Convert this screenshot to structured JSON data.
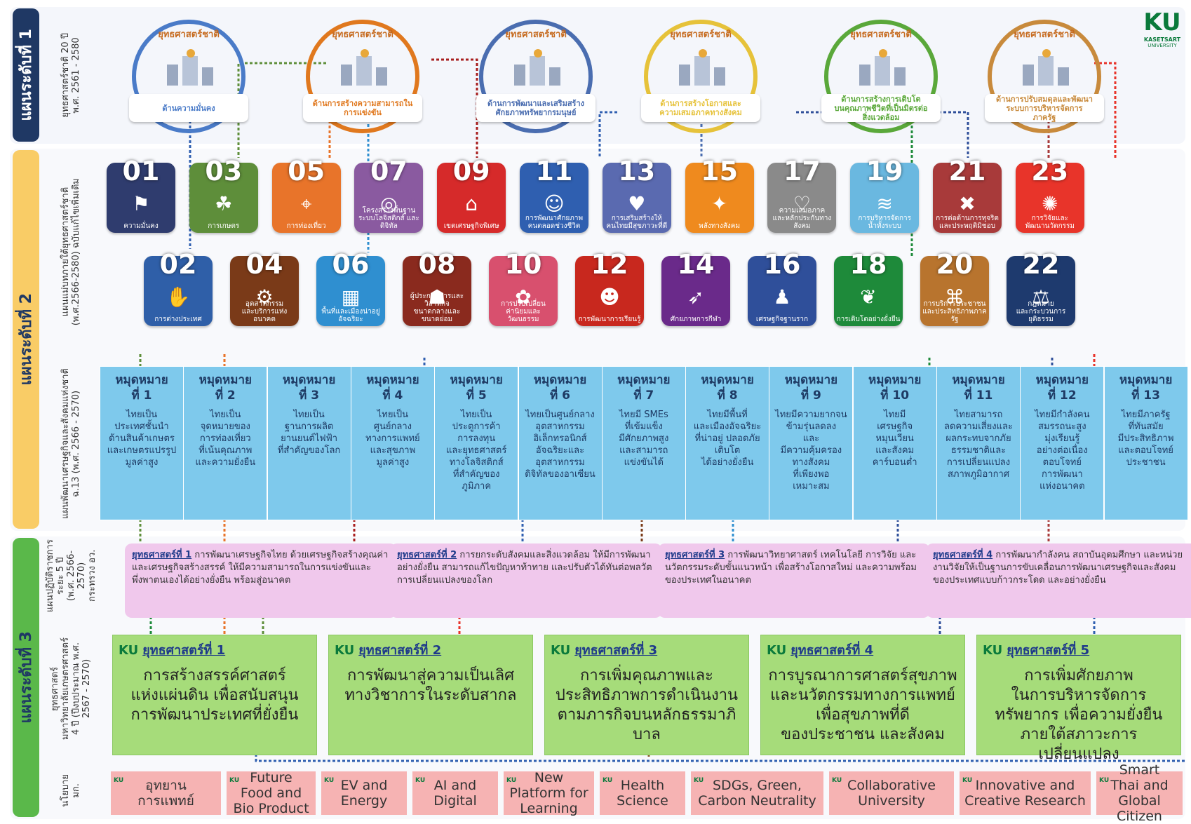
{
  "logo": {
    "mark": "KU",
    "name_line1": "KASETSART",
    "name_line2": "UNIVERSITY"
  },
  "levels": {
    "one": "แผนระดับที่ 1",
    "two": "แผนระดับที่ 2",
    "three": "แผนระดับที่ 3"
  },
  "row_labels": {
    "r1": "ยุทธศาสตร์ชาติ 20 ปี\nพ.ศ. 2561 - 2580",
    "r2": "แผนแม่บทภายใต้ยุทธศาสตร์ชาติ\n(พ.ศ.2566-2580) ฉบับแก้ไขเพิ่มเติม",
    "r3": "แผนพัฒนาเศรษฐกิจและสังคมแห่งชาติ\nฉ.13 (พ.ศ. 2566 - 2570)",
    "r4": "แผนปฏิบัติราชการ\nระยะ 5 ปี\n(พ.ศ. 2566-2570)\nกระทรวง อว.",
    "r5": "ยุทธศาสตร์\nมหาวิทยาลัยเกษตรศาสตร์\n4 ปี (ปีงบประมาณ พ.ศ.\n2567 - 2570)",
    "r6": "นโยบาย\nมก."
  },
  "national_strategies": [
    {
      "arc": "ยุทธศาสตร์ชาติ",
      "ribbon": "ด้านความมั่นคง",
      "ring": "#4a7bc8"
    },
    {
      "arc": "ยุทธศาสตร์ชาติ",
      "ribbon": "ด้านการสร้างความสามารถใน\nการแข่งขัน",
      "ring": "#e0781e"
    },
    {
      "arc": "ยุทธศาสตร์ชาติ",
      "ribbon": "ด้านการพัฒนาและเสริมสร้าง\nศักยภาพทรัพยากรมนุษย์",
      "ring": "#4a6db0"
    },
    {
      "arc": "ยุทธศาสตร์ชาติ",
      "ribbon": "ด้านการสร้างโอกาสและ\nความเสมอภาคทางสังคม",
      "ring": "#e6c23a"
    },
    {
      "arc": "ยุทธศาสตร์ชาติ",
      "ribbon": "ด้านการสร้างการเติบโต\nบนคุณภาพชีวิตที่เป็นมิตรต่อ\nสิ่งแวดล้อม",
      "ring": "#5aa83a"
    },
    {
      "arc": "ยุทธศาสตร์ชาติ",
      "ribbon": "ด้านการปรับสมดุลและพัฒนา\nระบบการบริหารจัดการ\nภาครัฐ",
      "ring": "#c88a3c"
    }
  ],
  "master_plans": [
    {
      "num": "01",
      "cap": "ความมั่นคง",
      "color": "#2f3c6e",
      "icon": "people-shield-icon",
      "glyph": "⚑"
    },
    {
      "num": "02",
      "cap": "การต่างประเทศ",
      "color": "#2f5fa8",
      "icon": "handshake-icon",
      "glyph": "✋"
    },
    {
      "num": "03",
      "cap": "การเกษตร",
      "color": "#5e8e3a",
      "icon": "farmer-icon",
      "glyph": "☘"
    },
    {
      "num": "04",
      "cap": "อุตสาหกรรม\nและบริการแห่งอนาคต",
      "color": "#7a3a18",
      "icon": "bulb-gear-icon",
      "glyph": "⚙"
    },
    {
      "num": "05",
      "cap": "การท่องเที่ยว",
      "color": "#e8742a",
      "icon": "map-pin-icon",
      "glyph": "⌖"
    },
    {
      "num": "06",
      "cap": "พื้นที่และเมืองน่าอยู่\nอัจฉริยะ",
      "color": "#2f8fd0",
      "icon": "city-icon",
      "glyph": "▦"
    },
    {
      "num": "07",
      "cap": "โครงสร้างพื้นฐาน\nระบบโลจิสติกส์ และดิจิทัล",
      "color": "#8a5aa0",
      "icon": "globe-icon",
      "glyph": "◎"
    },
    {
      "num": "08",
      "cap": "ผู้ประกอบการและวิสาหกิจ\nขนาดกลางและขนาดย่อม",
      "color": "#8a2a1e",
      "icon": "presenter-icon",
      "glyph": "☗"
    },
    {
      "num": "09",
      "cap": "เขตเศรษฐกิจพิเศษ",
      "color": "#d62a2a",
      "icon": "factory-icon",
      "glyph": "⌂"
    },
    {
      "num": "10",
      "cap": "การปรับเปลี่ยน\nค่านิยมและวัฒนธรรม",
      "color": "#d8506e",
      "icon": "praying-hands-icon",
      "glyph": "✿"
    },
    {
      "num": "11",
      "cap": "การพัฒนาศักยภาพ\nคนตลอดช่วงชีวิต",
      "color": "#2f5fb0",
      "icon": "family-icon",
      "glyph": "☺"
    },
    {
      "num": "12",
      "cap": "การพัฒนาการเรียนรู้",
      "color": "#c8281e",
      "icon": "head-brain-icon",
      "glyph": "☻"
    },
    {
      "num": "13",
      "cap": "การเสริมสร้างให้\nคนไทยมีสุขภาวะที่ดี",
      "color": "#5a6ab0",
      "icon": "healthy-people-icon",
      "glyph": "♥"
    },
    {
      "num": "14",
      "cap": "ศักยภาพการกีฬา",
      "color": "#6a2a8a",
      "icon": "runner-icon",
      "glyph": "➶"
    },
    {
      "num": "15",
      "cap": "พลังทางสังคม",
      "color": "#ef8a1e",
      "icon": "hands-together-icon",
      "glyph": "✦"
    },
    {
      "num": "16",
      "cap": "เศรษฐกิจฐานราก",
      "color": "#2f4f9a",
      "icon": "community-icon",
      "glyph": "♟"
    },
    {
      "num": "17",
      "cap": "ความเสมอภาค\nและหลักประกันทางสังคม",
      "color": "#8a8a8a",
      "icon": "care-hands-icon",
      "glyph": "♡"
    },
    {
      "num": "18",
      "cap": "การเติบโตอย่างยั่งยืน",
      "color": "#1e8a3a",
      "icon": "plant-hand-icon",
      "glyph": "❦"
    },
    {
      "num": "19",
      "cap": "การบริหารจัดการ\nน้ำทั้งระบบ",
      "color": "#6ab8e0",
      "icon": "water-waves-icon",
      "glyph": "≋"
    },
    {
      "num": "20",
      "cap": "การบริการประชาชน\nและประสิทธิภาพภาครัฐ",
      "color": "#b8742e",
      "icon": "government-building-icon",
      "glyph": "⌘"
    },
    {
      "num": "21",
      "cap": "การต่อต้านการทุจริต\nและประพฤติมิชอบ",
      "color": "#a83a3a",
      "icon": "anti-corruption-icon",
      "glyph": "✖"
    },
    {
      "num": "22",
      "cap": "กฎหมาย\nและกระบวนการยุติธรรม",
      "color": "#1e3a6e",
      "icon": "gavel-icon",
      "glyph": "⚖"
    },
    {
      "num": "23",
      "cap": "การวิจัยและ\nพัฒนานวัตกรรม",
      "color": "#e8342a",
      "icon": "research-bulb-icon",
      "glyph": "✺"
    }
  ],
  "targets": [
    {
      "head": "หมุดหมาย\nที่ 1",
      "body": "ไทยเป็น\nประเทศชั้นนำ\nด้านสินค้าเกษตร\nและเกษตรแปรรูป\nมูลค่าสูง"
    },
    {
      "head": "หมุดหมาย\nที่ 2",
      "body": "ไทยเป็น\nจุดหมายของ\nการท่องเที่ยว\nที่เน้นคุณภาพ\nและความยั่งยืน"
    },
    {
      "head": "หมุดหมาย\nที่ 3",
      "body": "ไทยเป็น\nฐานการผลิต\nยานยนต์ไฟฟ้า\nที่สำคัญของโลก"
    },
    {
      "head": "หมุดหมาย\nที่ 4",
      "body": "ไทยเป็น\nศูนย์กลาง\nทางการแพทย์\nและสุขภาพ\nมูลค่าสูง"
    },
    {
      "head": "หมุดหมาย\nที่ 5",
      "body": "ไทยเป็น\nประตูการค้า\nการลงทุน\nและยุทธศาสตร์\nทางโลจิสติกส์\nที่สำคัญของ\nภูมิภาค"
    },
    {
      "head": "หมุดหมาย\nที่ 6",
      "body": "ไทยเป็นศูนย์กลาง\nอุตสาหกรรม\nอิเล็กทรอนิกส์\nอัจฉริยะและ\nอุตสาหกรรม\nดิจิทัลของอาเซียน"
    },
    {
      "head": "หมุดหมาย\nที่ 7",
      "body": "ไทยมี SMEs\nที่เข้มแข็ง\nมีศักยภาพสูง\nและสามารถ\nแข่งขันได้"
    },
    {
      "head": "หมุดหมาย\nที่ 8",
      "body": "ไทยมีพื้นที่\nและเมืองอัจฉริยะ\nที่น่าอยู่ ปลอดภัย\nเติบโต\nได้อย่างยั่งยืน"
    },
    {
      "head": "หมุดหมาย\nที่ 9",
      "body": "ไทยมีความยากจน\nข้ามรุ่นลดลง\nและ\nมีความคุ้มครอง\nทางสังคม\nที่เพียงพอ\nเหมาะสม"
    },
    {
      "head": "หมุดหมาย\nที่ 10",
      "body": "ไทยมี\nเศรษฐกิจ\nหมุนเวียน\nและสังคม\nคาร์บอนต่ำ"
    },
    {
      "head": "หมุดหมาย\nที่ 11",
      "body": "ไทยสามารถ\nลดความเสี่ยงและ\nผลกระทบจากภัย\nธรรมชาติและ\nการเปลี่ยนแปลง\nสภาพภูมิอากาศ"
    },
    {
      "head": "หมุดหมาย\nที่ 12",
      "body": "ไทยมีกำลังคน\nสมรรถนะสูง\nมุ่งเรียนรู้\nอย่างต่อเนื่อง\nตอบโจทย์\nการพัฒนา\nแห่งอนาคต"
    },
    {
      "head": "หมุดหมาย\nที่ 13",
      "body": "ไทยมีภาครัฐ\nที่ทันสมัย\nมีประสิทธิภาพ\nและตอบโจทย์\nประชาชน"
    }
  ],
  "mhesi_strategies": [
    {
      "title": "ยุทธศาสตร์ที่ 1",
      "text": " การพัฒนาเศรษฐกิจไทย ด้วยเศรษฐกิจสร้างคุณค่าและเศรษฐกิจสร้างสรรค์ ให้มีความสามารถในการแข่งขันและพึ่งพาตนเองได้อย่างยั่งยืน พร้อมสู่อนาคต"
    },
    {
      "title": "ยุทธศาสตร์ที่ 2",
      "text": " การยกระดับสังคมและสิ่งแวดล้อม ให้มีการพัฒนาอย่างยั่งยืน สามารถแก้ไขปัญหาท้าทาย และปรับตัวได้ทันต่อพลวัตการเปลี่ยนแปลงของโลก"
    },
    {
      "title": "ยุทธศาสตร์ที่ 3",
      "text": " การพัฒนาวิทยาศาสตร์ เทคโนโลยี การวิจัย และนวัตกรรมระดับขั้นแนวหน้า เพื่อสร้างโอกาสใหม่ และความพร้อมของประเทศในอนาคต"
    },
    {
      "title": "ยุทธศาสตร์ที่ 4",
      "text": " การพัฒนากำลังคน สถาบันอุดมศึกษา และหน่วยงานวิจัยให้เป็นฐานการขับเคลื่อนการพัฒนาเศรษฐกิจและสังคมของประเทศแบบก้าวกระโดด และอย่างยั่งยืน"
    }
  ],
  "ku_strategies": [
    {
      "tag": "KU",
      "title": "ยุทธศาสตร์ที่ 1",
      "body": "การสร้างสรรค์ศาสตร์\nแห่งแผ่นดิน เพื่อสนับสนุน\nการพัฒนาประเทศที่ยั่งยืน"
    },
    {
      "tag": "KU",
      "title": "ยุทธศาสตร์ที่ 2",
      "body": "การพัฒนาสู่ความเป็นเลิศ\nทางวิชาการในระดับสากล"
    },
    {
      "tag": "KU",
      "title": "ยุทธศาสตร์ที่ 3",
      "body": "การเพิ่มคุณภาพและ\nประสิทธิภาพการดำเนินงาน\nตามภารกิจบนหลักธรรมาภิบาล"
    },
    {
      "tag": "KU",
      "title": "ยุทธศาสตร์ที่ 4",
      "body": "การบูรณาการศาสตร์สุขภาพ\nและนวัตกรรมทางการแพทย์\nเพื่อสุขภาพที่ดี\nของประชาชน และสังคม"
    },
    {
      "tag": "KU",
      "title": "ยุทธศาสตร์ที่ 5",
      "body": "การเพิ่มศักยภาพ\nในการบริหารจัดการ\nทรัพยากร เพื่อความยั่งยืน\nภายใต้สภาวะการเปลี่ยนแปลง"
    }
  ],
  "policies": [
    {
      "tag": "KU",
      "text": "อุทยาน\nการแพทย์"
    },
    {
      "tag": "KU",
      "text": "Future\nFood and\nBio Product"
    },
    {
      "tag": "KU",
      "text": "EV and\nEnergy"
    },
    {
      "tag": "KU",
      "text": "AI and\nDigital"
    },
    {
      "tag": "KU",
      "text": "New\nPlatform for\nLearning"
    },
    {
      "tag": "KU",
      "text": "Health\nScience"
    },
    {
      "tag": "KU",
      "text": "SDGs, Green,\nCarbon Neutrality"
    },
    {
      "tag": "KU",
      "text": "Collaborative\nUniversity"
    },
    {
      "tag": "KU",
      "text": "Innovative and\nCreative Research"
    },
    {
      "tag": "KU",
      "text": "Smart\nThai and\nGlobal Citizen"
    }
  ]
}
